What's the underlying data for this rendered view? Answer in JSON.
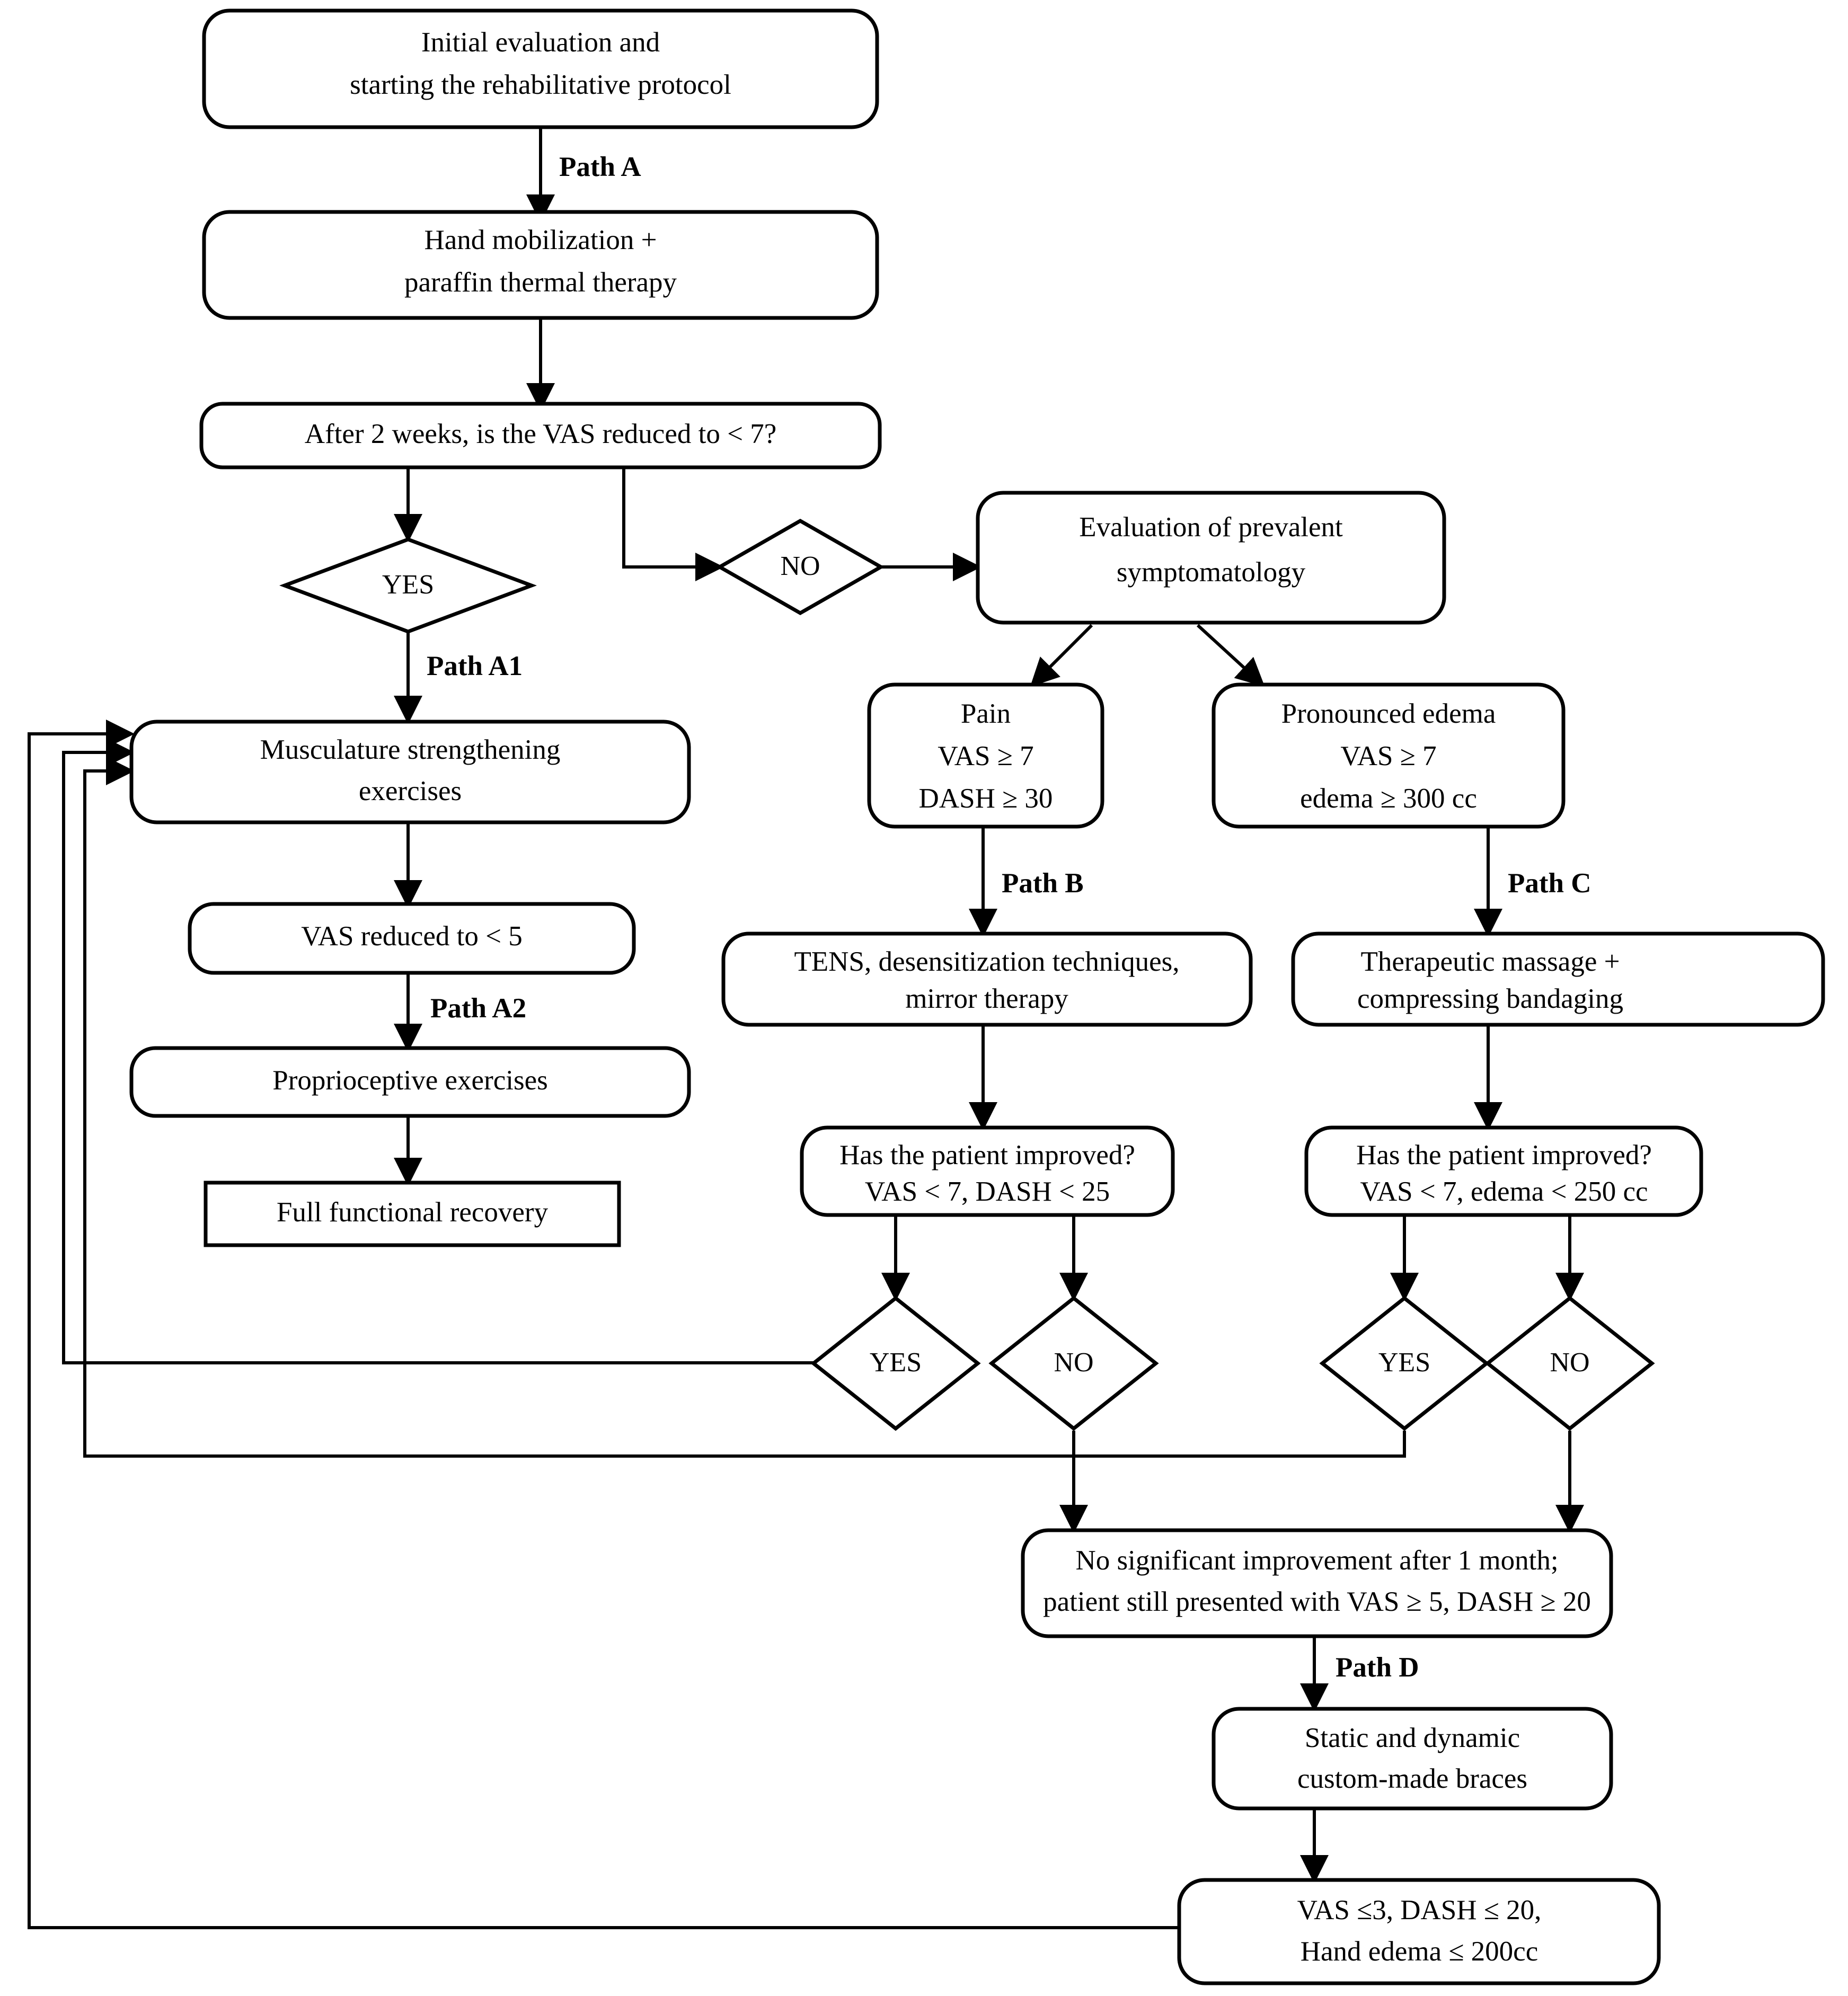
{
  "diagram": {
    "title": "Rehabilitative protocol decision flowchart",
    "background_color": "#ffffff",
    "line_color": "#000000",
    "text_color": "#000000"
  },
  "nodes": {
    "initial_evaluation": {
      "shape": "rounded-rect",
      "line1": "Initial evaluation and",
      "line2": "starting the rehabilitative protocol"
    },
    "hand_mobilization": {
      "shape": "rounded-rect",
      "line1": "Hand mobilization +",
      "line2": "paraffin thermal therapy"
    },
    "vas_check_2weeks": {
      "shape": "rounded-rect",
      "line1": "After 2 weeks, is the VAS reduced to < 7?"
    },
    "decision_yes_top": {
      "shape": "diamond",
      "line1": "YES"
    },
    "decision_no_top": {
      "shape": "diamond",
      "line1": "NO"
    },
    "evaluation_symptomatology": {
      "shape": "rounded-rect",
      "line1": "Evaluation of prevalent",
      "line2": "symptomatology"
    },
    "pain_criteria": {
      "shape": "rounded-rect",
      "line1": "Pain",
      "line2": "VAS ≥ 7",
      "line3": "DASH ≥ 30"
    },
    "edema_criteria": {
      "shape": "rounded-rect",
      "line1": "Pronounced edema",
      "line2": "VAS ≥ 7",
      "line3": "edema ≥ 300 cc"
    },
    "musculature_strengthening": {
      "shape": "rounded-rect",
      "line1": "Musculature strengthening",
      "line2": "exercises"
    },
    "vas_reduced_5": {
      "shape": "rounded-rect",
      "line1": "VAS reduced to < 5"
    },
    "proprioceptive_exercises": {
      "shape": "rounded-rect",
      "line1": "Proprioceptive exercises"
    },
    "full_functional_recovery": {
      "shape": "rect",
      "line1": "Full functional recovery"
    },
    "tens_desensitization": {
      "shape": "rounded-rect",
      "line1": "TENS, desensitization techniques,",
      "line2": "mirror therapy"
    },
    "therapeutic_massage": {
      "shape": "rounded-rect",
      "line1": "Therapeutic massage +",
      "line2": "compressing bandaging"
    },
    "improved_check_b": {
      "shape": "rounded-rect",
      "line1": "Has the patient improved?",
      "line2": "VAS < 7, DASH < 25"
    },
    "improved_check_c": {
      "shape": "rounded-rect",
      "line1": "Has the patient improved?",
      "line2": "VAS < 7, edema < 250 cc"
    },
    "decision_yes_b": {
      "shape": "diamond",
      "line1": "YES"
    },
    "decision_no_b": {
      "shape": "diamond",
      "line1": "NO"
    },
    "decision_yes_c": {
      "shape": "diamond",
      "line1": "YES"
    },
    "decision_no_c": {
      "shape": "diamond",
      "line1": "NO"
    },
    "no_improvement": {
      "shape": "rounded-rect",
      "line1": "No significant improvement after 1 month;",
      "line2": "patient still presented with VAS ≥ 5, DASH ≥ 20"
    },
    "custom_braces": {
      "shape": "rounded-rect",
      "line1": "Static and dynamic",
      "line2": "custom-made braces"
    },
    "final_outcome": {
      "shape": "rounded-rect",
      "line1": "VAS ≤3, DASH ≤ 20,",
      "line2": "Hand edema ≤ 200cc"
    }
  },
  "edge_labels": {
    "path_a": "Path A",
    "path_a1": "Path A1",
    "path_a2": "Path A2",
    "path_b": "Path B",
    "path_c": "Path C",
    "path_d": "Path D"
  },
  "chart_data": {
    "type": "flowchart",
    "title": "Rehabilitative protocol decision flowchart",
    "paths": [
      "Path A",
      "Path A1",
      "Path A2",
      "Path B",
      "Path C",
      "Path D"
    ],
    "nodes": [
      "Initial evaluation and starting the rehabilitative protocol",
      "Hand mobilization + paraffin thermal therapy",
      "After 2 weeks, is the VAS reduced to < 7?",
      "YES",
      "NO",
      "Evaluation of prevalent symptomatology",
      "Pain VAS ≥ 7 DASH ≥ 30",
      "Pronounced edema VAS ≥ 7 edema ≥ 300 cc",
      "Musculature strengthening exercises",
      "VAS reduced to < 5",
      "Proprioceptive exercises",
      "Full functional recovery",
      "TENS, desensitization techniques, mirror therapy",
      "Therapeutic massage + compressing bandaging",
      "Has the patient improved? VAS < 7, DASH < 25",
      "Has the patient improved? VAS < 7, edema < 250 cc",
      "YES",
      "NO",
      "YES",
      "NO",
      "No significant improvement after 1 month; patient still presented with VAS ≥ 5, DASH ≥ 20",
      "Static and dynamic custom-made braces",
      "VAS ≤3, DASH ≤ 20, Hand edema ≤ 200cc"
    ],
    "edges": [
      {
        "from": "Initial evaluation",
        "to": "Hand mobilization",
        "label": "Path A"
      },
      {
        "from": "Hand mobilization",
        "to": "After 2 weeks VAS < 7?",
        "label": ""
      },
      {
        "from": "After 2 weeks VAS < 7?",
        "to": "YES",
        "label": ""
      },
      {
        "from": "After 2 weeks VAS < 7?",
        "to": "NO",
        "label": ""
      },
      {
        "from": "NO",
        "to": "Evaluation of prevalent symptomatology",
        "label": ""
      },
      {
        "from": "Evaluation of prevalent symptomatology",
        "to": "Pain",
        "label": ""
      },
      {
        "from": "Evaluation of prevalent symptomatology",
        "to": "Pronounced edema",
        "label": ""
      },
      {
        "from": "YES",
        "to": "Musculature strengthening exercises",
        "label": "Path A1"
      },
      {
        "from": "Musculature strengthening exercises",
        "to": "VAS reduced to < 5",
        "label": ""
      },
      {
        "from": "VAS reduced to < 5",
        "to": "Proprioceptive exercises",
        "label": "Path A2"
      },
      {
        "from": "Proprioceptive exercises",
        "to": "Full functional recovery",
        "label": ""
      },
      {
        "from": "Pain",
        "to": "TENS, desensitization techniques, mirror therapy",
        "label": "Path B"
      },
      {
        "from": "Pronounced edema",
        "to": "Therapeutic massage + compressing bandaging",
        "label": "Path C"
      },
      {
        "from": "TENS",
        "to": "Has the patient improved? VAS < 7, DASH < 25",
        "label": ""
      },
      {
        "from": "Therapeutic massage",
        "to": "Has the patient improved? VAS < 7, edema < 250 cc",
        "label": ""
      },
      {
        "from": "Has the patient improved? (B)",
        "to": "YES",
        "label": ""
      },
      {
        "from": "Has the patient improved? (B)",
        "to": "NO",
        "label": ""
      },
      {
        "from": "Has the patient improved? (C)",
        "to": "YES",
        "label": ""
      },
      {
        "from": "Has the patient improved? (C)",
        "to": "NO",
        "label": ""
      },
      {
        "from": "YES (B)",
        "to": "Musculature strengthening exercises",
        "label": ""
      },
      {
        "from": "YES (C)",
        "to": "Musculature strengthening exercises",
        "label": ""
      },
      {
        "from": "NO (B)",
        "to": "No significant improvement after 1 month",
        "label": ""
      },
      {
        "from": "NO (C)",
        "to": "No significant improvement after 1 month",
        "label": ""
      },
      {
        "from": "No significant improvement after 1 month",
        "to": "Static and dynamic custom-made braces",
        "label": "Path D"
      },
      {
        "from": "Static and dynamic custom-made braces",
        "to": "VAS ≤3, DASH ≤ 20, Hand edema ≤ 200cc",
        "label": ""
      },
      {
        "from": "VAS ≤3, DASH ≤ 20, Hand edema ≤ 200cc",
        "to": "Musculature strengthening exercises",
        "label": ""
      }
    ]
  }
}
